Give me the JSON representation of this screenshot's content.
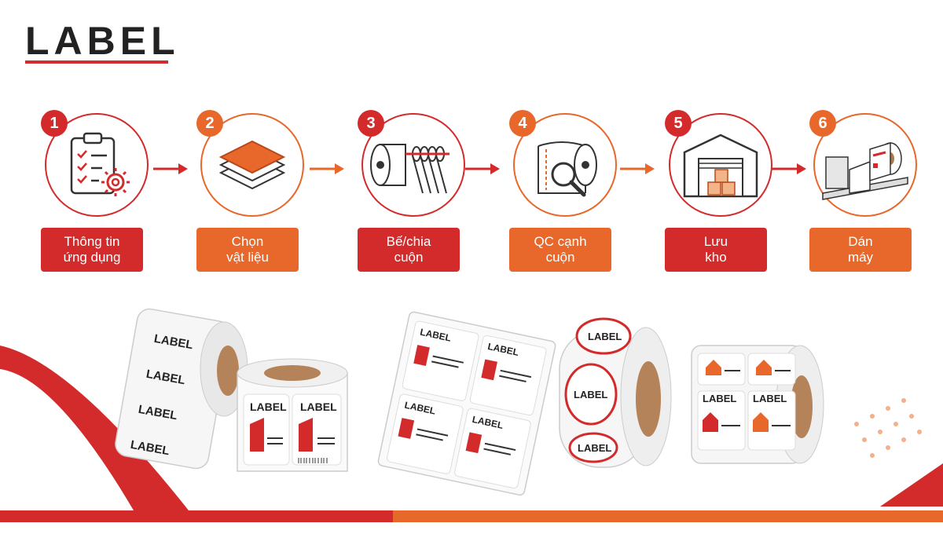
{
  "logo": {
    "text": "LABEL"
  },
  "steps": [
    {
      "number": "1",
      "line1": "Thông tin",
      "line2": "ứng dụng",
      "icon": "clipboard-gear-icon",
      "color": "#d32b2b"
    },
    {
      "number": "2",
      "line1": "Chọn",
      "line2": "vật liệu",
      "icon": "material-layers-icon",
      "color": "#e8672a"
    },
    {
      "number": "3",
      "line1": "Bế/chia",
      "line2": "cuộn",
      "icon": "slitting-rolls-icon",
      "color": "#d32b2b"
    },
    {
      "number": "4",
      "line1": "QC cạnh",
      "line2": "cuộn",
      "icon": "magnifier-roll-icon",
      "color": "#e8672a"
    },
    {
      "number": "5",
      "line1": "Lưu",
      "line2": "kho",
      "icon": "warehouse-icon",
      "color": "#d32b2b"
    },
    {
      "number": "6",
      "line1": "Dán",
      "line2": "máy",
      "icon": "labeling-machine-icon",
      "color": "#e8672a"
    }
  ],
  "colors": {
    "red": "#d32b2b",
    "orange": "#e8672a",
    "dark": "#222222"
  },
  "products": {
    "label_text": "LABEL"
  }
}
